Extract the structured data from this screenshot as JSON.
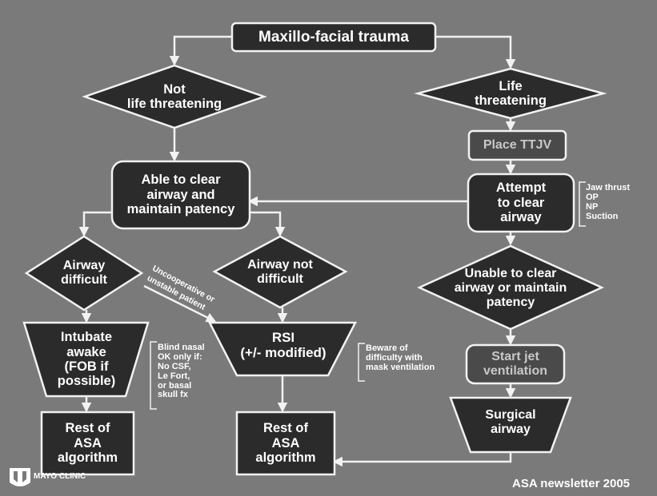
{
  "title": "Maxillo-facial trauma",
  "nodes": {
    "not_life_threatening": "Not\nlife threatening",
    "life_threatening": "Life\nthreatening",
    "place_ttjv": "Place TTJV",
    "able_to_clear": "Able to clear\nairway and\nmaintain patency",
    "attempt_to_clear": "Attempt\nto clear\nairway",
    "airway_difficult": "Airway\ndifficult",
    "airway_not_difficult": "Airway not\ndifficult",
    "unable_to_clear": "Unable to clear\nairway or maintain\npatency",
    "intubate_awake": "Intubate\nawake\n(FOB if\npossible)",
    "rsi": "RSI\n(+/- modified)",
    "start_jet_ventilation": "Start jet\nventilation",
    "surgical_airway": "Surgical\nairway",
    "rest_of_asa_left": "Rest of\nASA\nalgorithm",
    "rest_of_asa_middle": "Rest of\nASA\nalgorithm"
  },
  "notes": {
    "attempt_methods": "Jaw thrust\nOP\nNP\nSuction",
    "blind_nasal": "Blind nasal\nOK only if:\nNo CSF,\nLe Fort,\nor basal\nskull fx",
    "beware": "Beware of\ndifficulty with\nmask ventilation"
  },
  "edge_label": "Uncooperative or\nunstable patient",
  "footer": {
    "source": "ASA newsletter 2005",
    "logo_text": "MAYO CLINIC"
  },
  "colors": {
    "background": "#7a7a7a",
    "node_fill": "#2b2b2b",
    "stroke": "#f2f2f2",
    "text": "#ffffff"
  }
}
